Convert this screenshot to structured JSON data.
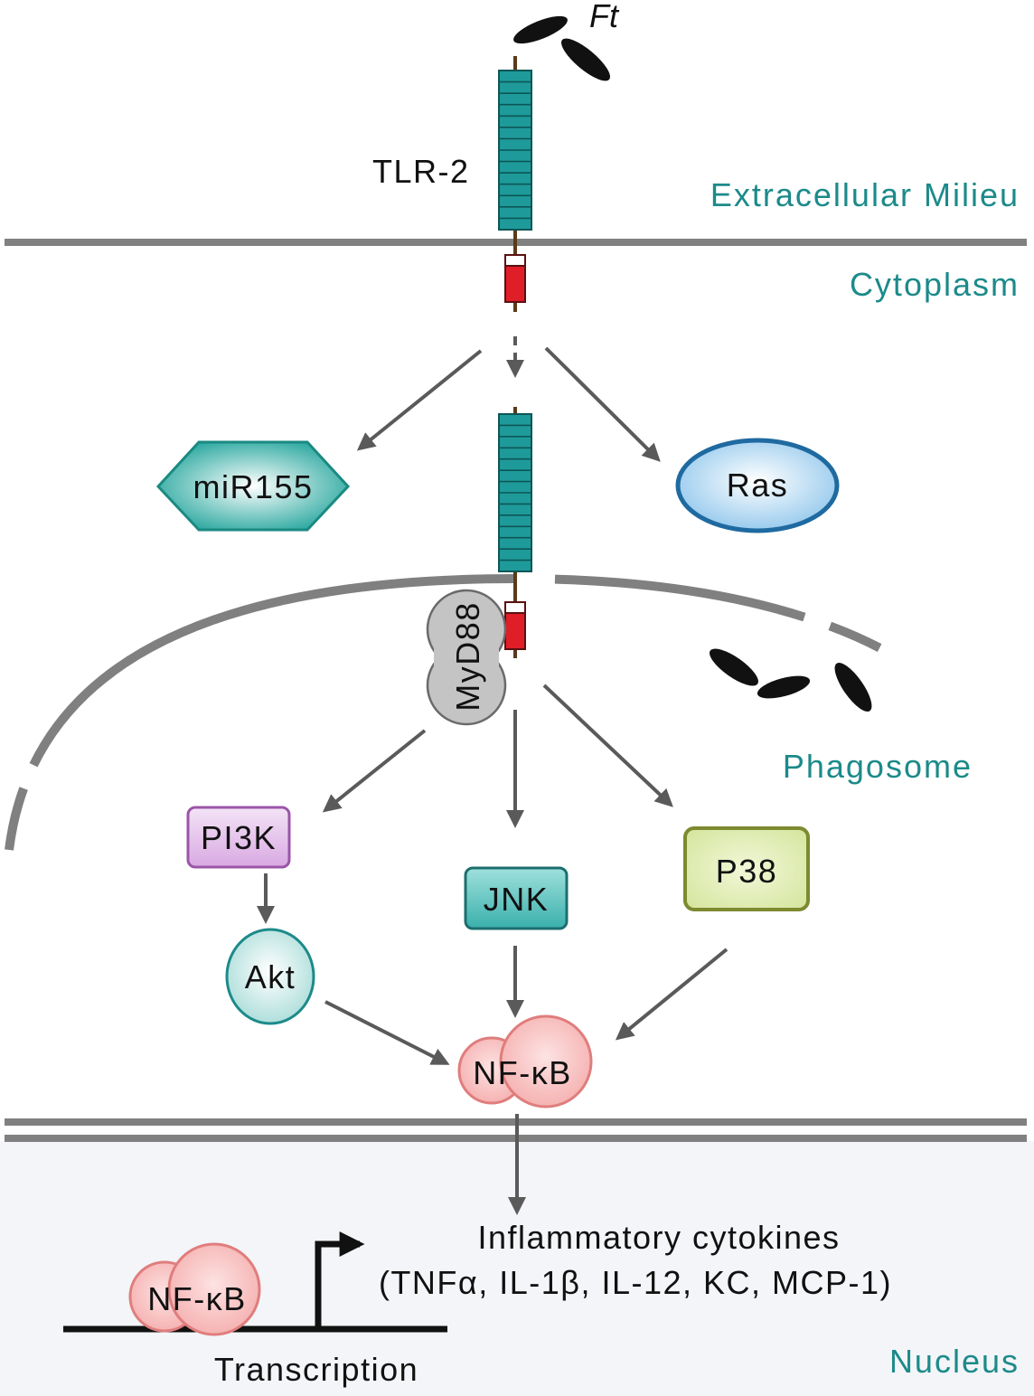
{
  "diagram": {
    "bacterium_label": "Ft",
    "receptor_label": "TLR-2",
    "regions": {
      "extracellular": "Extracellular Milieu",
      "cytoplasm": "Cytoplasm",
      "phagosome": "Phagosome",
      "nucleus": "Nucleus"
    },
    "nodes": {
      "mir155": "miR155",
      "ras": "Ras",
      "myd88": "MyD88",
      "pi3k": "PI3K",
      "jnk": "JNK",
      "p38": "P38",
      "akt": "Akt",
      "nfkb": "NF-κB",
      "nfkb_nuclear": "NF-κB"
    },
    "output": {
      "title": "Inflammatory cytokines",
      "list": "(TNFα, IL-1β, IL-12, KC, MCP-1)"
    },
    "transcription_label": "Transcription",
    "colors": {
      "region_text": "#1c8a8a",
      "receptor": "#1f9a9a",
      "mir155": "#1fa39a",
      "ras": "#1f6aa0",
      "myd88": "#b5b5b5",
      "pi3k": "#9b55a8",
      "jnk": "#2a9a9a",
      "p38": "#8a9a3a",
      "akt": "#2a9a9a",
      "nfkb": "#e88a8a",
      "membrane": "#808080",
      "arrow": "#5a5a5a"
    }
  }
}
